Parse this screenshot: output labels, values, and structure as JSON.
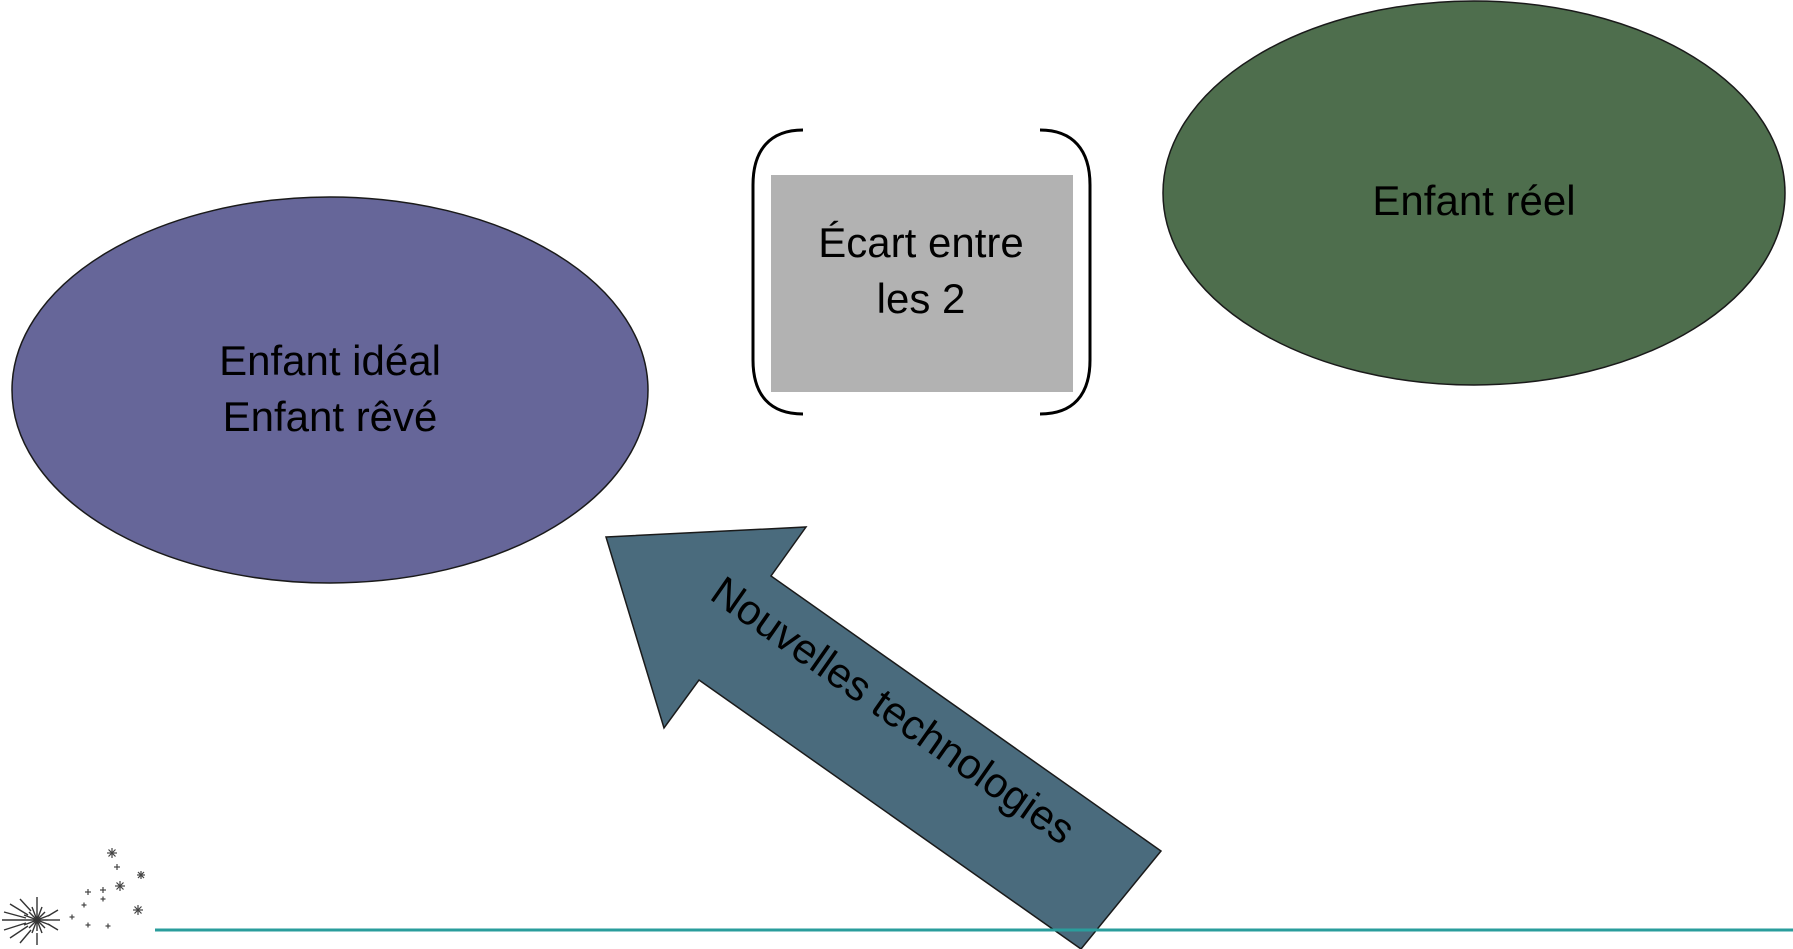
{
  "diagram": {
    "ideal_child": {
      "line1": "Enfant idéal",
      "line2": "Enfant rêvé",
      "color": "#666699"
    },
    "gap": {
      "line1": "Écart entre",
      "line2": "les 2",
      "color": "#b2b2b2"
    },
    "real_child": {
      "label": "Enfant réel",
      "color": "#4e6e4d"
    },
    "new_technologies": {
      "label": "Nouvelles technologies",
      "color": "#4a6b7d"
    },
    "footer_line_color": "#2a9d9c",
    "logo": "dandelion-logo"
  }
}
